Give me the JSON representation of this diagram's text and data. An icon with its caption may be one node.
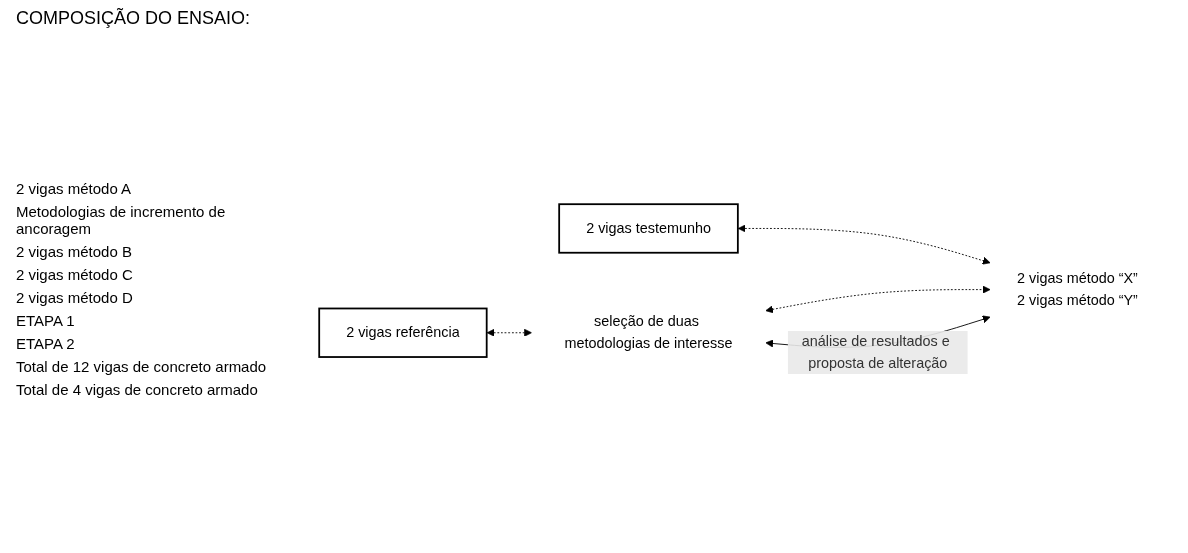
{
  "diagram": {
    "title": "COMPOSIÇÃO DO ENSAIO:",
    "nodes": [
      {
        "text": [
          "2 vigas testemunho"
        ]
      },
      {
        "text": [
          "2 vigas referência"
        ]
      },
      {
        "text": [
          "seleção de duas metodologias de interesse"
        ]
      },
      {
        "text": [
          "2 vigas método “X”",
          "2 vigas método “Y”"
        ]
      }
    ],
    "edges": [
      {
        "from": 0,
        "to": 3,
        "arrow": "both",
        "style": "dashed"
      },
      {
        "from": 1,
        "to": 2,
        "arrow": "both",
        "style": "dashed"
      },
      {
        "from": 2,
        "to": 3,
        "arrow": "both",
        "style": "dashed"
      },
      {
        "from": 2,
        "to": 3,
        "arrow": "both",
        "label": "análise de resultados e proposta de alteração"
      }
    ],
    "labels": [
      "2 vigas método A",
      "Metodologias de incremento de ancoragem",
      "2 vigas método B",
      "2 vigas método C",
      "2 vigas método D",
      "ETAPA 1",
      "ETAPA 2",
      "Total de 12 vigas de concreto armado",
      "Total de 4 vigas de concreto armado"
    ]
  }
}
